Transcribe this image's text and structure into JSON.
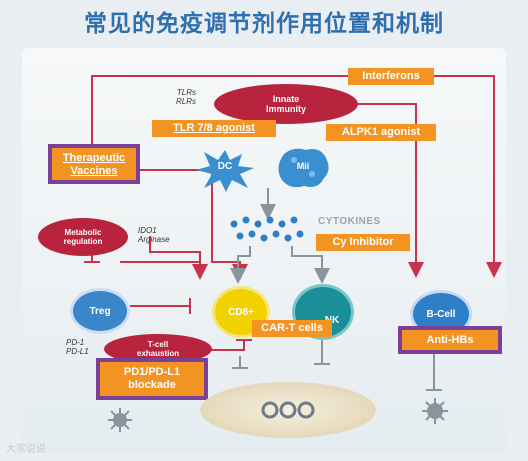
{
  "title": "常见的免疫调节剂作用位置和机制",
  "nodes": {
    "interferons": "Interferons",
    "innate_immunity": "Innate\nImmunity",
    "tlrs": "TLRs\nRLRs",
    "tlr78_agonist": "TLR 7/8 agonist",
    "alpk1_agonist": "ALPK1 agonist",
    "therapeutic_vaccines": "Therapeutic\nVaccines",
    "dc": "DC",
    "mi": "Mii",
    "cytokines": "CYTOKINES",
    "cy_inhibitor": "Cy Inhibitor",
    "metabolic_regulation": "Metabolic\nregulation",
    "ido1": "IDO1\nArginase",
    "treg": "Treg",
    "cd8": "CD8+",
    "nk": "NK",
    "b_cell": "B-Cell",
    "car_t": "CAR-T cells",
    "anti_hbs": "Anti-HBs",
    "pd1_pdl1": "PD-1\nPD-L1",
    "tcell_exhaustion": "T-cell\nexhaustion",
    "pd1_blockade": "PD1/PD-L1\nblockade"
  },
  "watermark": "大家说说",
  "colors": {
    "title": "#2f6fae",
    "red_line": "#c8324a",
    "orange": "#f39321",
    "purple": "#7a3f97",
    "innate": "#b8243e",
    "dc": "#3a8fd0",
    "treg": "#3b86c8",
    "cd8": "#f2d100",
    "nk": "#1a8f98",
    "bcell": "#2e7fc8"
  },
  "icons": [
    "dendritic-cell-icon",
    "macrophage-icon",
    "cytokine-dots-icon",
    "hepatocyte-icon",
    "virus-icon"
  ]
}
